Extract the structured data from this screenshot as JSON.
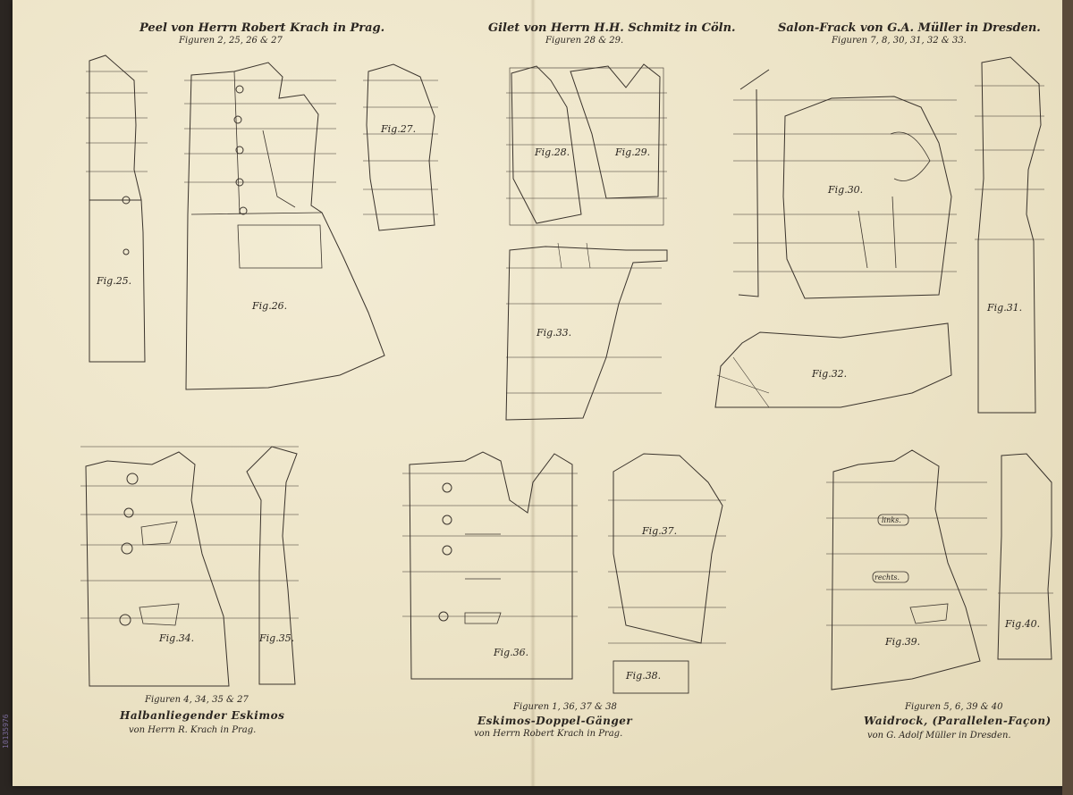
{
  "headers": {
    "left_title": "Peel von Herrn Robert Krach in Prag.",
    "left_sub": "Figuren 2, 25, 26 & 27",
    "mid_title": "Gilet von Herrn H.H. Schmitz in Cöln.",
    "mid_sub": "Figuren 28 & 29.",
    "right_title": "Salon-Frack von G.A. Müller in Dresden.",
    "right_sub": "Figuren 7, 8, 30, 31, 32 & 33."
  },
  "figures": {
    "f25": "Fig.25.",
    "f26": "Fig.26.",
    "f27": "Fig.27.",
    "f28": "Fig.28.",
    "f29": "Fig.29.",
    "f30": "Fig.30.",
    "f31": "Fig.31.",
    "f32": "Fig.32.",
    "f33": "Fig.33.",
    "f34": "Fig.34.",
    "f35": "Fig.35.",
    "f36": "Fig.36.",
    "f37": "Fig.37.",
    "f38": "Fig.38.",
    "f39": "Fig.39.",
    "f40": "Fig.40.",
    "links": "links.",
    "rechts": "rechts."
  },
  "captions": {
    "c1_sub": "Figuren 4, 34, 35 & 27",
    "c1_title": "Halbanliegender Eskimos",
    "c1_author": "von Herrn R. Krach in Prag.",
    "c2_sub": "Figuren 1, 36, 37 & 38",
    "c2_title": "Eskimos-Doppel-Gänger",
    "c2_author": "von Herrn Robert Krach in Prag.",
    "c3_sub": "Figuren 5, 6, 39 & 40",
    "c3_title": "Waidrock, (Parallelen-Façon)",
    "c3_author": "von G. Adolf Müller in Dresden."
  },
  "stamp": "10135976",
  "colors": {
    "paper": "#ece3c6",
    "ink": "#2a2520"
  }
}
